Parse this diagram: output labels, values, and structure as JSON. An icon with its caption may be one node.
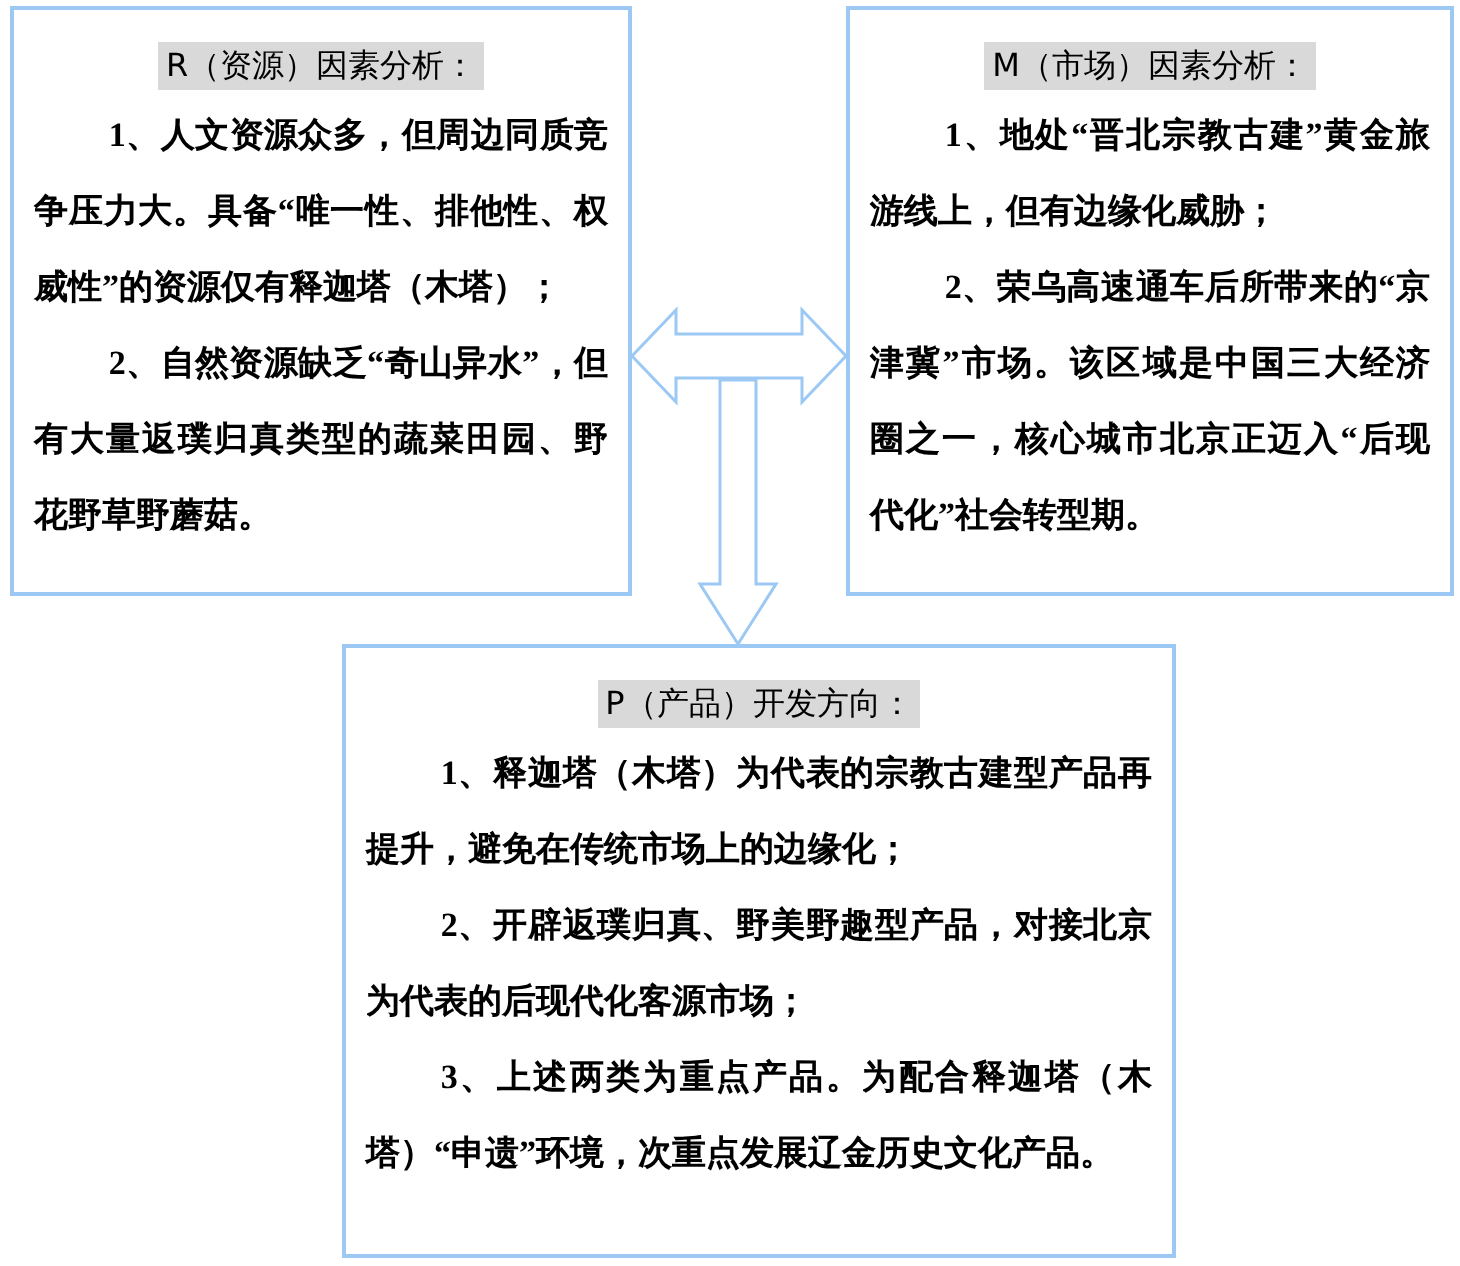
{
  "diagram": {
    "nodes": [
      {
        "text": [
          "R（资源）因素分析：",
          "1、人文资源众多，但周边同质竞争压力大。具备“唯一性、排他性、权威性”的资源仅有释迦塔（木塔）；",
          "2、自然资源缺乏“奇山异水”，但有大量返璞归真类型的蔬菜田园、野花野草野蘑菇。"
        ]
      },
      {
        "text": [
          "M（市场）因素分析：",
          "1、地处“晋北宗教古建”黄金旅游线上，但有边缘化威胁；",
          "2、荣乌高速通车后所带来的“京津冀”市场。该区域是中国三大经济圈之一，核心城市北京正迈入“后现代化”社会转型期。"
        ]
      },
      {
        "text": [
          "P（产品）开发方向：",
          "1、释迦塔（木塔）为代表的宗教古建型产品再提升，避免在传统市场上的边缘化；",
          "2、开辟返璞归真、野美野趣型产品，对接北京为代表的后现代化客源市场；",
          "3、上述两类为重点产品。为配合释迦塔（木塔）“申遗”环境，次重点发展辽金历史文化产品。"
        ]
      }
    ],
    "edges": [
      {
        "from": 0,
        "to": 1,
        "arrow": "both"
      },
      {
        "from": null,
        "to": 2,
        "arrow": "to"
      }
    ]
  }
}
